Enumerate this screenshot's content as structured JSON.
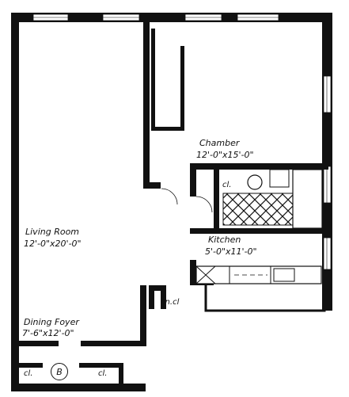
{
  "rooms": {
    "chamber": {
      "name": "Chamber",
      "dims": "12'-0\"x15'-0\""
    },
    "living_room": {
      "name": "Living Room",
      "dims": "12'-0\"x20'-0\""
    },
    "kitchen": {
      "name": "Kitchen",
      "dims": "5'-0\"x11'-0\""
    },
    "dining_foyer": {
      "name": "Dining Foyer",
      "dims": "7'-6\"x12'-0\""
    }
  },
  "closets": {
    "chamber_closet": "cl.",
    "linen_closet": "lin.cl",
    "foyer_closet_left": "cl.",
    "foyer_closet_right": "cl."
  },
  "unit_badge": "B"
}
